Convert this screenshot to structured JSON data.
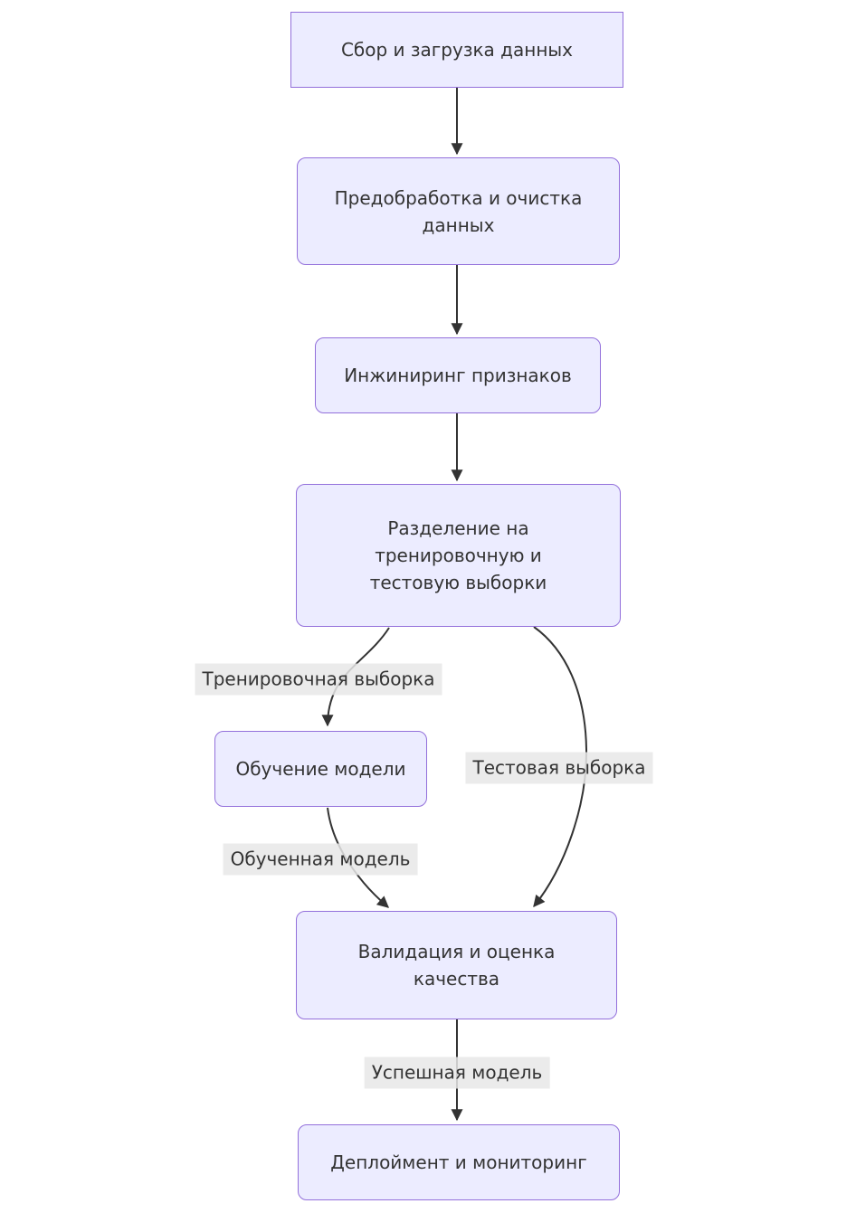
{
  "diagram": {
    "type": "flowchart-top-down",
    "colors": {
      "node_fill": "#ECECFF",
      "node_border": "#9370DB",
      "edge_line": "#333333",
      "edge_label_bg": "#e8e8e8",
      "text": "#333333",
      "background": "#ffffff"
    },
    "nodes": [
      {
        "id": "A",
        "shape": "rectangle",
        "label": "Сбор и загрузка данных"
      },
      {
        "id": "B",
        "shape": "rounded",
        "label": "Предобработка и очистка\nданных"
      },
      {
        "id": "C",
        "shape": "rounded",
        "label": "Инжиниринг признаков"
      },
      {
        "id": "D",
        "shape": "rounded",
        "label": "Разделение на\nтренировочную и\nтестовую выборки"
      },
      {
        "id": "E",
        "shape": "rounded",
        "label": "Обучение модели"
      },
      {
        "id": "F",
        "shape": "rounded",
        "label": "Валидация и оценка\nкачества"
      },
      {
        "id": "G",
        "shape": "rounded",
        "label": "Деплоймент и мониторинг"
      }
    ],
    "edges": [
      {
        "from": "A",
        "to": "B",
        "label": ""
      },
      {
        "from": "B",
        "to": "C",
        "label": ""
      },
      {
        "from": "C",
        "to": "D",
        "label": ""
      },
      {
        "from": "D",
        "to": "E",
        "label": "Тренировочная выборка"
      },
      {
        "from": "E",
        "to": "F",
        "label": "Обученная модель"
      },
      {
        "from": "D",
        "to": "F",
        "label": "Тестовая выборка"
      },
      {
        "from": "F",
        "to": "G",
        "label": "Успешная модель"
      }
    ],
    "edge_labels": [
      {
        "label": "Тренировочная выборка"
      },
      {
        "label": "Тестовая выборка"
      },
      {
        "label": "Обученная модель"
      },
      {
        "label": "Успешная модель"
      }
    ]
  }
}
